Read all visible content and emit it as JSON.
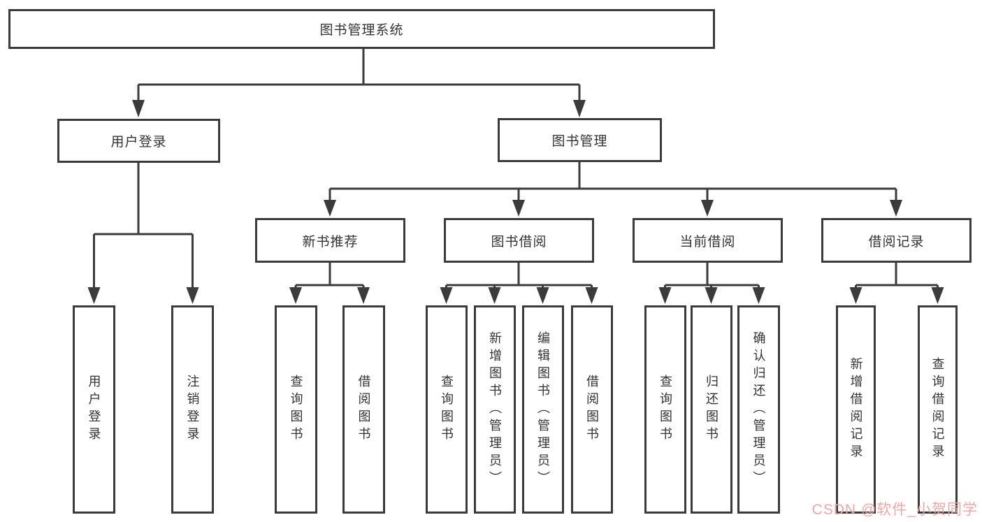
{
  "diagram": {
    "root": {
      "label": "图书管理系统"
    },
    "user_login": {
      "label": "用户登录",
      "children": [
        "用户登录",
        "注销登录"
      ]
    },
    "book_management": {
      "label": "图书管理",
      "sections": {
        "new_book": {
          "label": "新书推荐",
          "children": [
            "查询图书",
            "借阅图书"
          ]
        },
        "borrowing": {
          "label": "图书借阅",
          "children": [
            "查询图书",
            "新增图书（管理员）",
            "编辑图书（管理员）",
            "借阅图书"
          ]
        },
        "current": {
          "label": "当前借阅",
          "children": [
            "查询图书",
            "归还图书",
            "确认归还（管理员）"
          ]
        },
        "records": {
          "label": "借阅记录",
          "children": [
            "新增借阅记录",
            "查询借阅记录"
          ]
        }
      }
    }
  },
  "colors": {
    "line": "#3b3b3b",
    "box_background": "#ffffff",
    "text": "#333333",
    "watermark": "#f0a7a3"
  },
  "watermark": {
    "text": "CSDN @软件_小贺同学"
  }
}
